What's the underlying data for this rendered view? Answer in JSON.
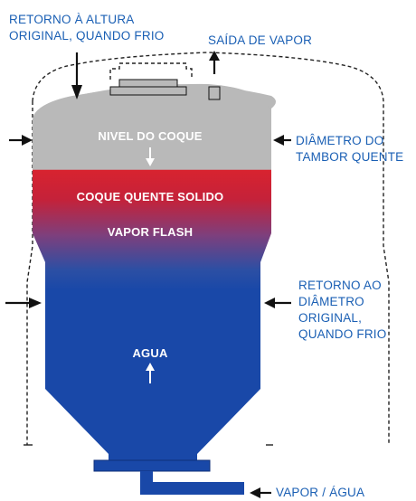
{
  "labels": {
    "return_height": [
      "RETORNO À ALTURA",
      "ORIGINAL, QUANDO FRIO"
    ],
    "vapor_outlet": "SAÍDA DE VAPOR",
    "hot_drum_diameter": [
      "DIÂMETRO DO",
      "TAMBOR QUENTE"
    ],
    "return_diameter": [
      "RETORNO AO",
      "DIÂMETRO",
      "ORIGINAL,",
      "QUANDO FRIO"
    ],
    "vapor_water": "VAPOR / ÁGUA"
  },
  "zones": {
    "coke_level": "NIVEL DO COQUE",
    "hot_solid_coke": "COQUE QUENTE SOLIDO",
    "flash_vapor": "VAPOR FLASH",
    "water": "AGUA"
  },
  "colors": {
    "text_blue": "#1a5fb4",
    "coke_gray": "#b9b9b9",
    "hot_red": "#d8232f",
    "water_blue": "#1948a8",
    "arrow_black": "#111111",
    "outline_dashed": "#222222"
  }
}
